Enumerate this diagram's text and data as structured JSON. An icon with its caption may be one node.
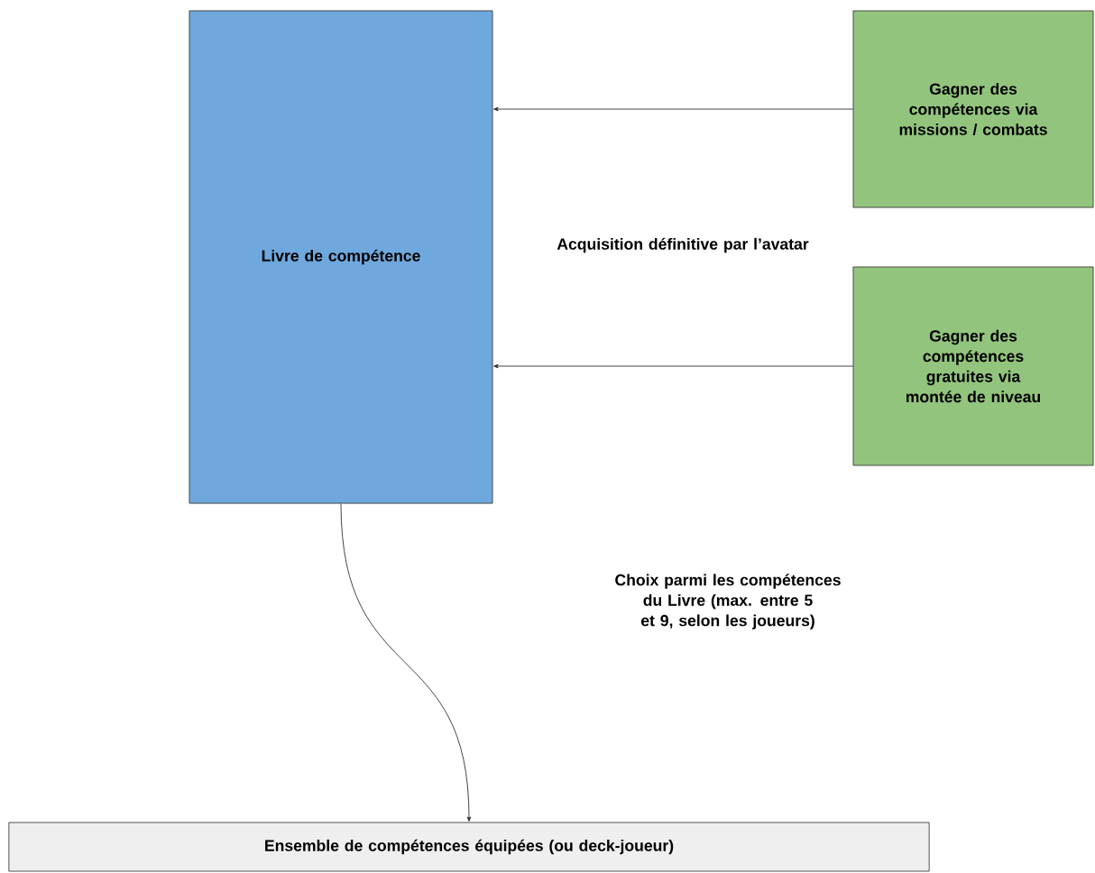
{
  "diagram": {
    "nodes": [
      {
        "text": [
          "Livre de compétence"
        ]
      },
      {
        "text": [
          "Gagner des compétences via missions / combats"
        ]
      },
      {
        "text": [
          "Gagner des compétences gratuites via montée de niveau"
        ]
      },
      {
        "text": [
          "Ensemble de compétences équipées (ou deck-joueur)"
        ]
      }
    ],
    "edges": [
      {
        "from": 1,
        "to": 0,
        "arrow": "to"
      },
      {
        "from": 2,
        "to": 0,
        "arrow": "to"
      },
      {
        "from": 0,
        "to": 3,
        "arrow": "to"
      }
    ],
    "labels": [
      "Acquisition définitive par l’avatar",
      "Choix parmi les compétences du Livre (max. entre 5 et 9, selon les joueurs)"
    ]
  }
}
